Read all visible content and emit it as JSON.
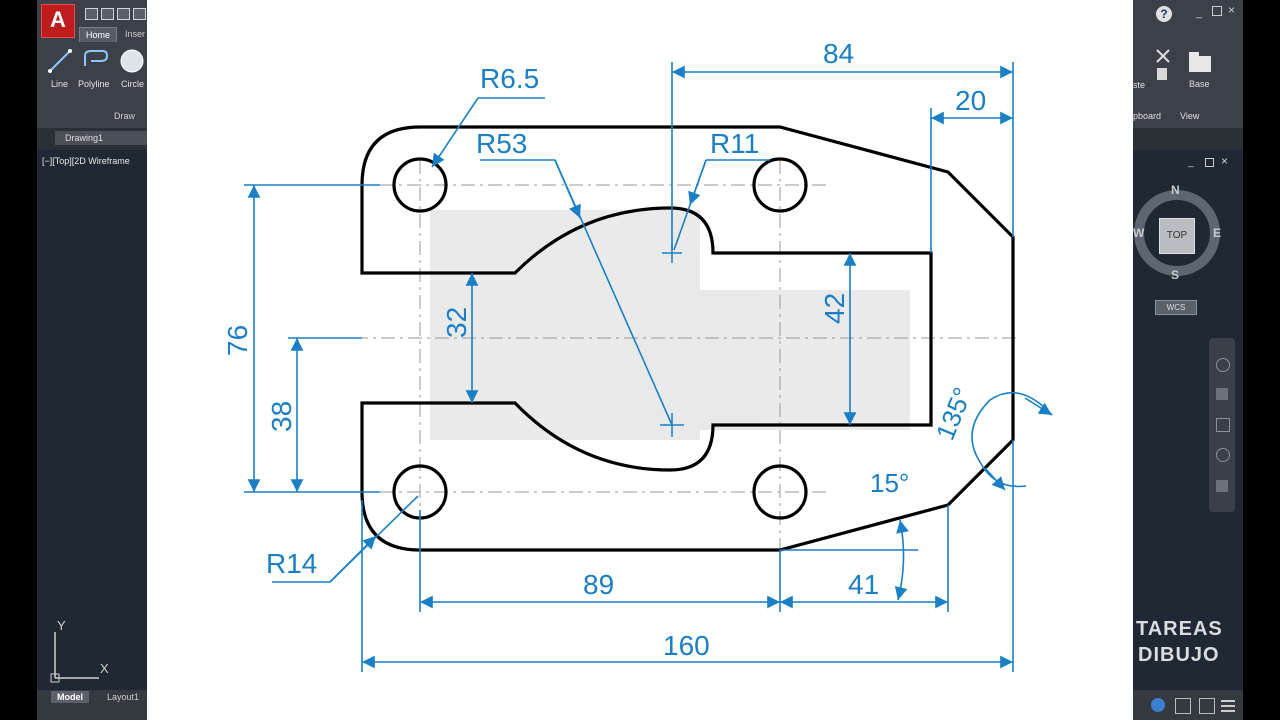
{
  "app": {
    "tabs": [
      "Home",
      "Inser"
    ],
    "tools": [
      {
        "label": "Line"
      },
      {
        "label": "Polyline"
      },
      {
        "label": "Circle"
      }
    ],
    "panel_label": "Draw",
    "document_tab": "Drawing1",
    "viewport_label": "[−][Top][2D Wireframe",
    "layout_tabs": [
      "Model",
      "Layout1"
    ],
    "axis_y": "Y",
    "axis_x": "X"
  },
  "right": {
    "tools": [
      {
        "label": "ste"
      },
      {
        "label": "Base"
      }
    ],
    "panel_labels": [
      "pboard",
      "View"
    ],
    "compass": {
      "n": "N",
      "s": "S",
      "e": "E",
      "w": "W"
    },
    "viewcube_label": "TOP",
    "wcs": "WCS",
    "watermark_line1": "TAREAS",
    "watermark_line2": "DIBUJO"
  },
  "drawing": {
    "dimensions": {
      "d84": "84",
      "d20": "20",
      "r6_5": "R6.5",
      "r53": "R53",
      "r11": "R11",
      "d76": "76",
      "d32": "32",
      "d42": "42",
      "d38": "38",
      "a135": "135°",
      "a15": "15°",
      "r14": "R14",
      "d89": "89",
      "d41": "41",
      "d160": "160"
    },
    "colors": {
      "dimension": "#1a7fc4",
      "outline": "#000000",
      "center": "#9a9a9a"
    }
  }
}
